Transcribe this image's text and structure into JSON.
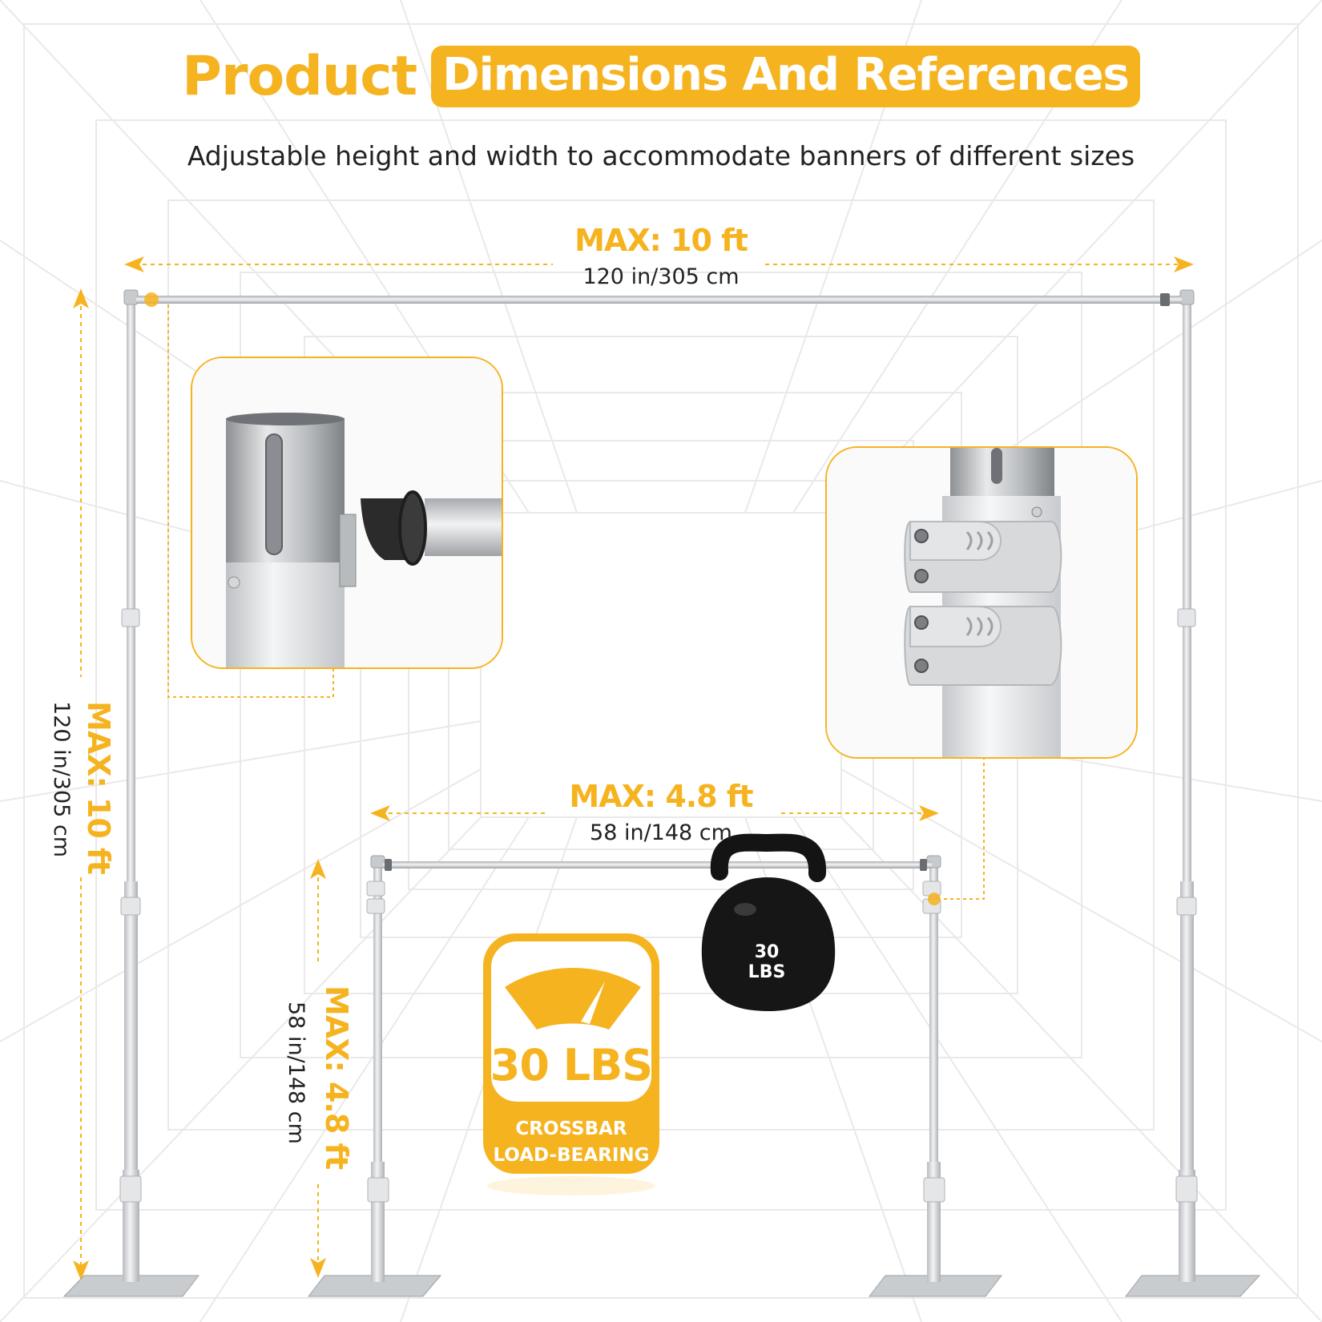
{
  "header": {
    "title_part1": "Product",
    "title_part2": "Dimensions And References",
    "subtitle": "Adjustable height and width to accommodate banners of different sizes"
  },
  "dimensions": {
    "outer_width": {
      "label": "MAX: 10 ft",
      "sub": "120 in/305 cm"
    },
    "outer_height": {
      "label": "MAX: 10 ft",
      "sub": "120 in/305 cm"
    },
    "inner_width": {
      "label": "MAX: 4.8 ft",
      "sub": "58 in/148 cm"
    },
    "inner_height": {
      "label": "MAX: 4.8 ft",
      "sub": "58 in/148 cm"
    }
  },
  "load": {
    "value": "30 LBS",
    "line1": "CROSSBAR",
    "line2": "LOAD-BEARING"
  },
  "kettlebell": {
    "line1": "30",
    "line2": "LBS"
  },
  "insets": {
    "left": "crossbar-joint-detail",
    "right": "telescopic-clamp-detail"
  },
  "colors": {
    "accent": "#f6b320",
    "text": "#222222",
    "pole": "#d9dcdf",
    "grid": "#e6e6e6"
  }
}
